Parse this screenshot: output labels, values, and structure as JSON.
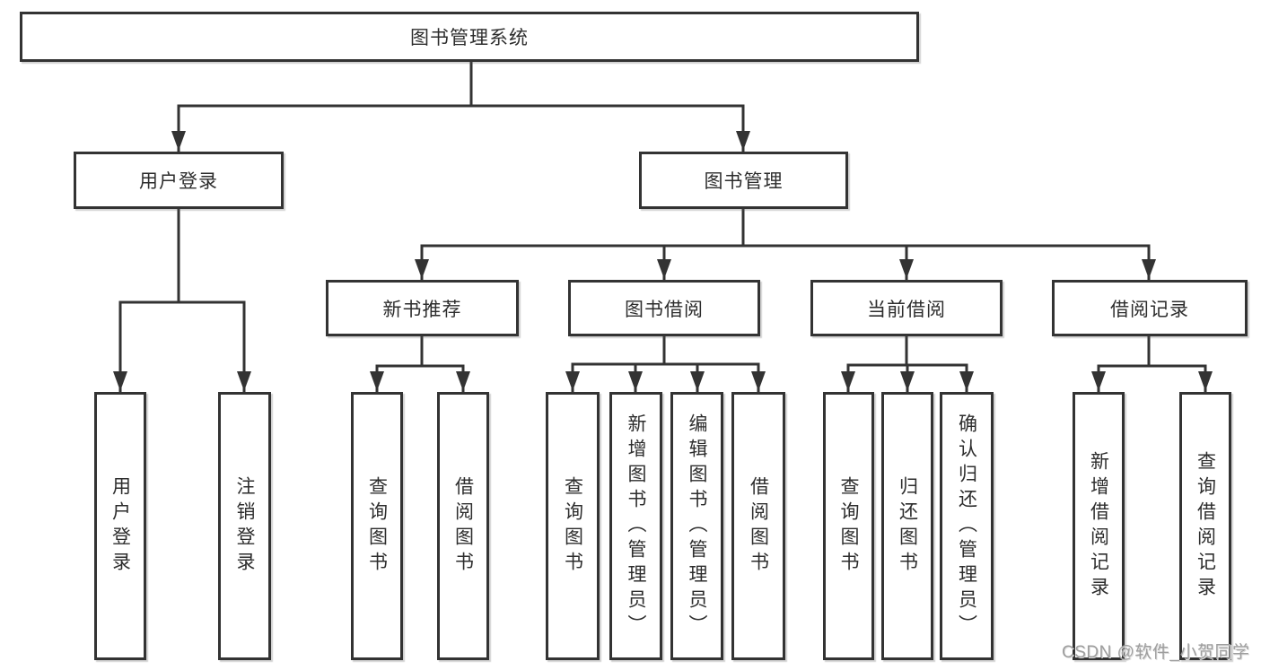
{
  "tree": {
    "label": "图书管理系统",
    "children": [
      {
        "label": "用户登录",
        "children": [
          {
            "label": "用户登录"
          },
          {
            "label": "注销登录"
          }
        ]
      },
      {
        "label": "图书管理",
        "children": [
          {
            "label": "新书推荐",
            "children": [
              {
                "label": "查询图书"
              },
              {
                "label": "借阅图书"
              }
            ]
          },
          {
            "label": "图书借阅",
            "children": [
              {
                "label": "查询图书"
              },
              {
                "label": "新增图书（管理员）"
              },
              {
                "label": "编辑图书（管理员）"
              },
              {
                "label": "借阅图书"
              }
            ]
          },
          {
            "label": "当前借阅",
            "children": [
              {
                "label": "查询图书"
              },
              {
                "label": "归还图书"
              },
              {
                "label": "确认归还（管理员）"
              }
            ]
          },
          {
            "label": "借阅记录",
            "children": [
              {
                "label": "新增借阅记录"
              },
              {
                "label": "查询借阅记录"
              }
            ]
          }
        ]
      }
    ]
  },
  "watermark": {
    "text": "CSDN @软件_小贺同学"
  },
  "colors": {
    "line": "#333333",
    "box_border": "#333333",
    "box_fill": "#ffffff",
    "text": "#2d2d2d",
    "background": "#ffffff",
    "watermark": "#9e9e9e"
  }
}
